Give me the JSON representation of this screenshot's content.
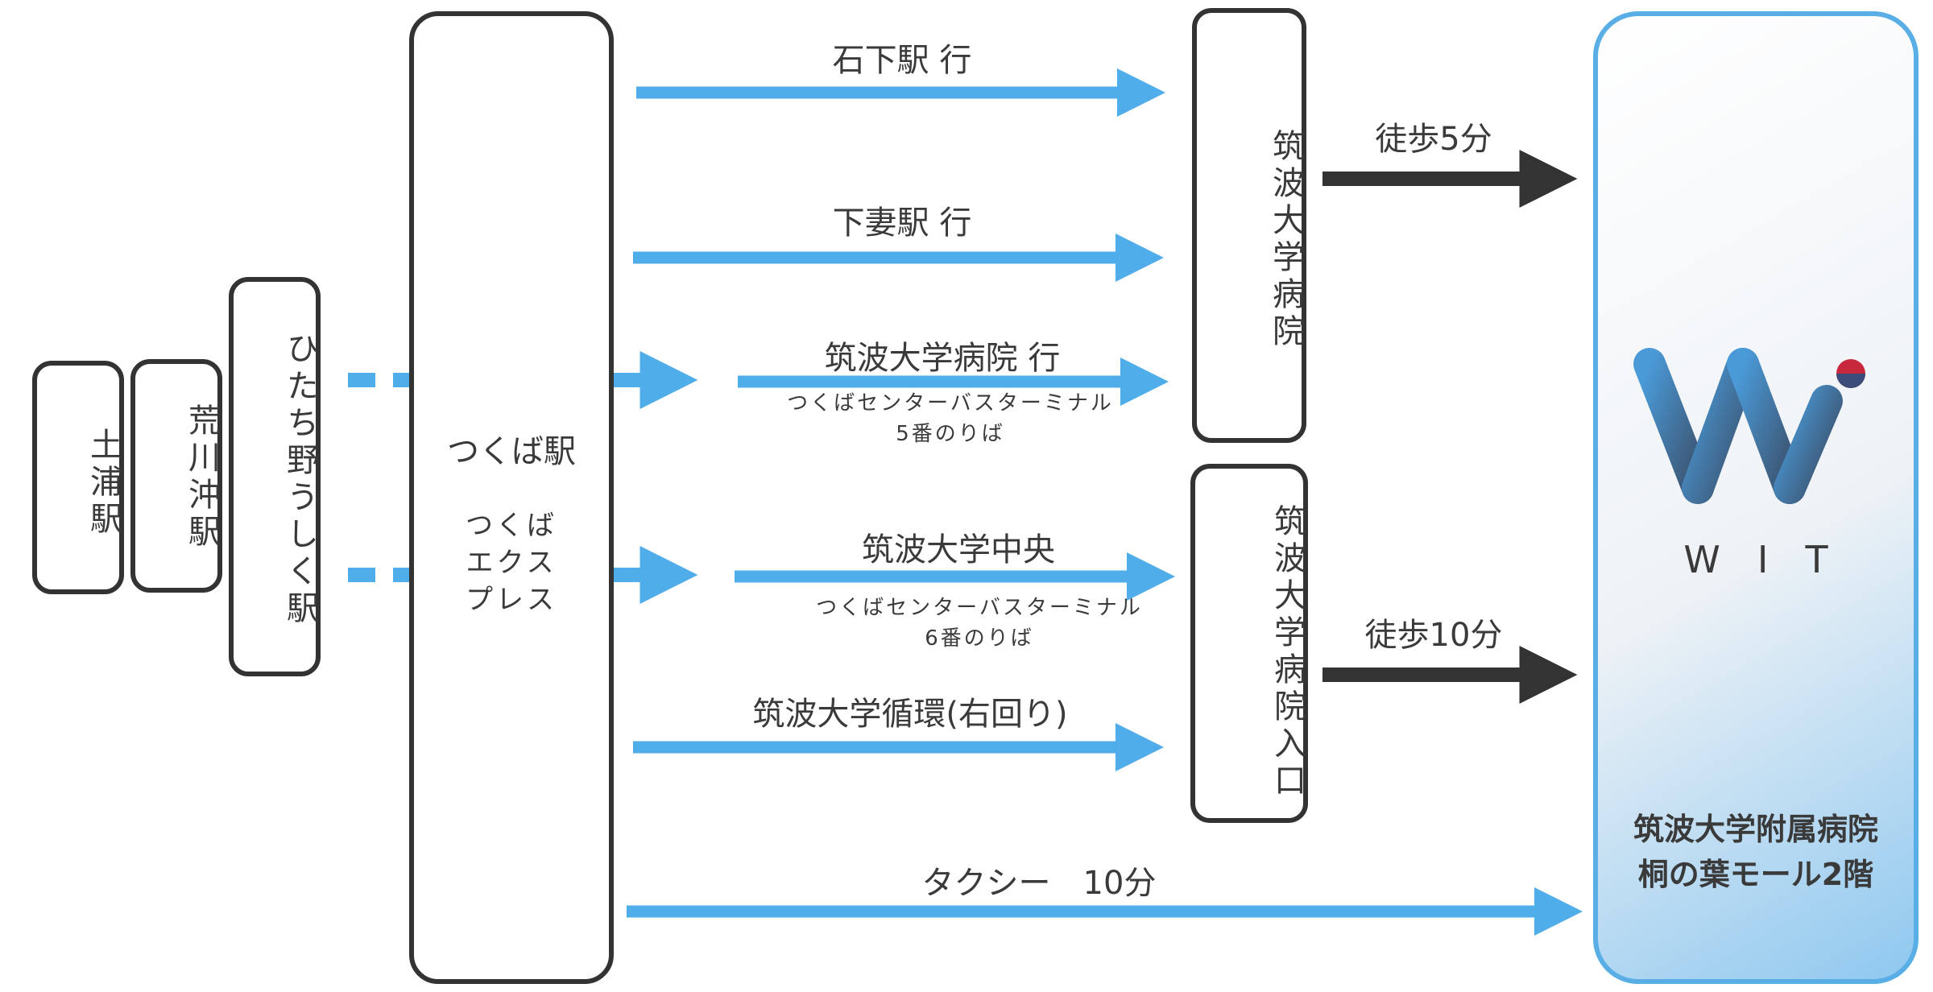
{
  "stations": {
    "tsuchiura": "土浦駅",
    "arakawaoki": "荒川沖駅",
    "hitachino": "ひたち野うしく駅",
    "tsukuba": "つくば駅",
    "tsukuba_express": "つくばエクスプレス"
  },
  "bus": {
    "ishige": "石下駅 行",
    "shimotsuma": "下妻駅 行",
    "hospital": "筑波大学病院 行",
    "terminal_5": "つくばセンターバスターミナル",
    "platform_5": "5番のりば",
    "chuo": "筑波大学中央",
    "terminal_6": "つくばセンターバスターミナル",
    "platform_6": "6番のりば",
    "loop": "筑波大学循環(右回り)",
    "taxi": "タクシー　10分"
  },
  "stops": {
    "hospital_stop": "筑波大学病院",
    "hospital_entrance": "筑波大学病院入口"
  },
  "walk": {
    "walk_5": "徒歩5分",
    "walk_10": "徒歩10分"
  },
  "destination": {
    "brand": "WIT",
    "line1": "筑波大学附属病院",
    "line2": "桐の葉モール2階"
  },
  "colors": {
    "blue_arrow": "#4faee9",
    "dark_arrow": "#333333",
    "border": "#333333",
    "dest_border": "#5aaee6",
    "logo_blue": "#3f87c6",
    "logo_dark": "#39475c",
    "dot_red": "#c8283c"
  }
}
